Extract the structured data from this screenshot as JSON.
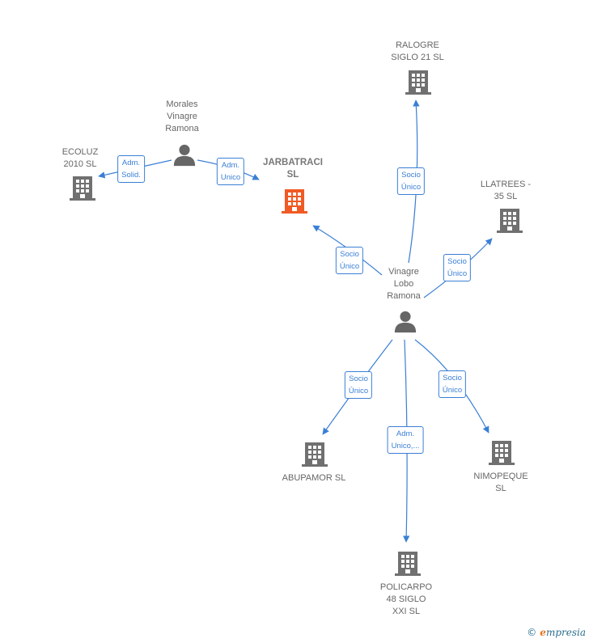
{
  "colors": {
    "edge": "#3a7fd5",
    "building": "#707070",
    "focus_building": "#f05a24",
    "person": "#666666",
    "text": "#666666"
  },
  "nodes": {
    "jarbatraci": {
      "label": "JARBATRACI\nSL",
      "icon": "building-icon",
      "focus": true
    },
    "ralogre": {
      "label": "RALOGRE\nSIGLO 21  SL",
      "icon": "building-icon"
    },
    "ecoluz": {
      "label": "ECOLUZ\n2010 SL",
      "icon": "building-icon"
    },
    "llatrees": {
      "label": "LLATREES -\n35  SL",
      "icon": "building-icon"
    },
    "abupamor": {
      "label": "ABUPAMOR  SL",
      "icon": "building-icon"
    },
    "nimopeque": {
      "label": "NIMOPEQUE\nSL",
      "icon": "building-icon"
    },
    "policarpo": {
      "label": "POLICARPO\n48 SIGLO\nXXI SL",
      "icon": "building-icon"
    },
    "morales": {
      "label": "Morales\nVinagre\nRamona",
      "icon": "person-icon"
    },
    "vinagre": {
      "label": "Vinagre\nLobo\nRamona",
      "icon": "person-icon"
    }
  },
  "edges": {
    "morales_ecoluz": "Adm.\nSolid.",
    "morales_jarbatraci": "Adm.\nUnico",
    "vinagre_ralogre": "Socio\nÚnico",
    "vinagre_jarbatraci": "Socio\nÚnico",
    "vinagre_llatrees": "Socio\nÚnico",
    "vinagre_abupamor": "Socio\nÚnico",
    "vinagre_nimopeque": "Socio\nÚnico",
    "vinagre_policarpo": "Adm.\nUnico,..."
  },
  "footer": {
    "copyright": "©",
    "brand_initial": "e",
    "brand_rest": "mpresia"
  }
}
